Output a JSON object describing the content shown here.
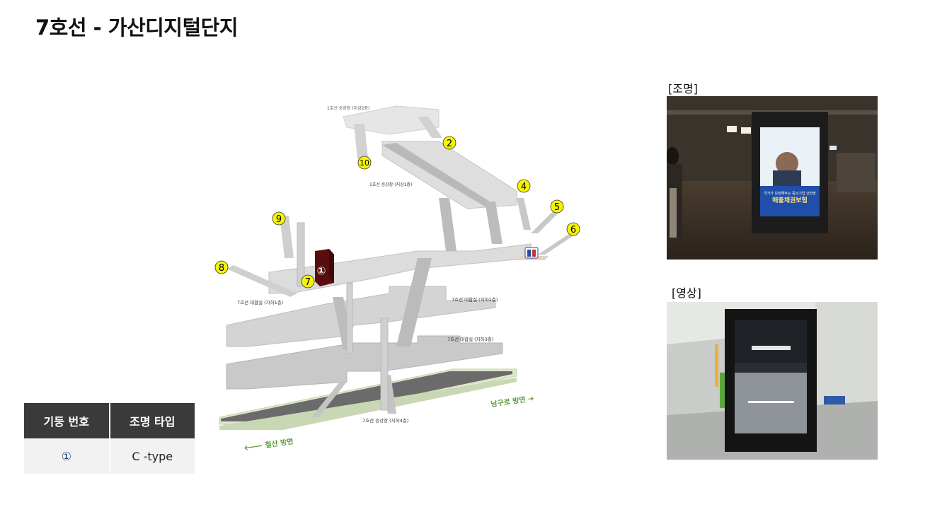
{
  "page": {
    "title": "7호선 - 가산디지털단지"
  },
  "diagram": {
    "floor_labels": {
      "line1_platform_top": "1호선 승강장 (지상2층)",
      "line1_platform": "1호선 승강장 (지상1층)",
      "line7_concourse_b1": "7호선 대합실 (지하1층)",
      "line7_concourse_b2": "7호선 대합실 (지하2층)",
      "line7_concourse_b3": "7호선 대합실 (지하3층)",
      "line7_platform_b4": "7호선 승강장 (지하4층)"
    },
    "directions": {
      "namguro": "남구로 방면 ➔",
      "cheolsan": "🡐 철산 방면"
    },
    "exits": [
      "2",
      "4",
      "5",
      "6",
      "7",
      "8",
      "9",
      "10"
    ],
    "pillar_marker": "①"
  },
  "photos": {
    "lighting": {
      "label": "[조명]",
      "ad_text": "매출채권보험",
      "ad_subtext": "국가가 보장해주는 중소기업 안전망"
    },
    "video": {
      "label": "[영상]"
    }
  },
  "table": {
    "headers": [
      "기둥 번호",
      "조명 타입"
    ],
    "rows": [
      [
        "①",
        "C -type"
      ]
    ]
  }
}
